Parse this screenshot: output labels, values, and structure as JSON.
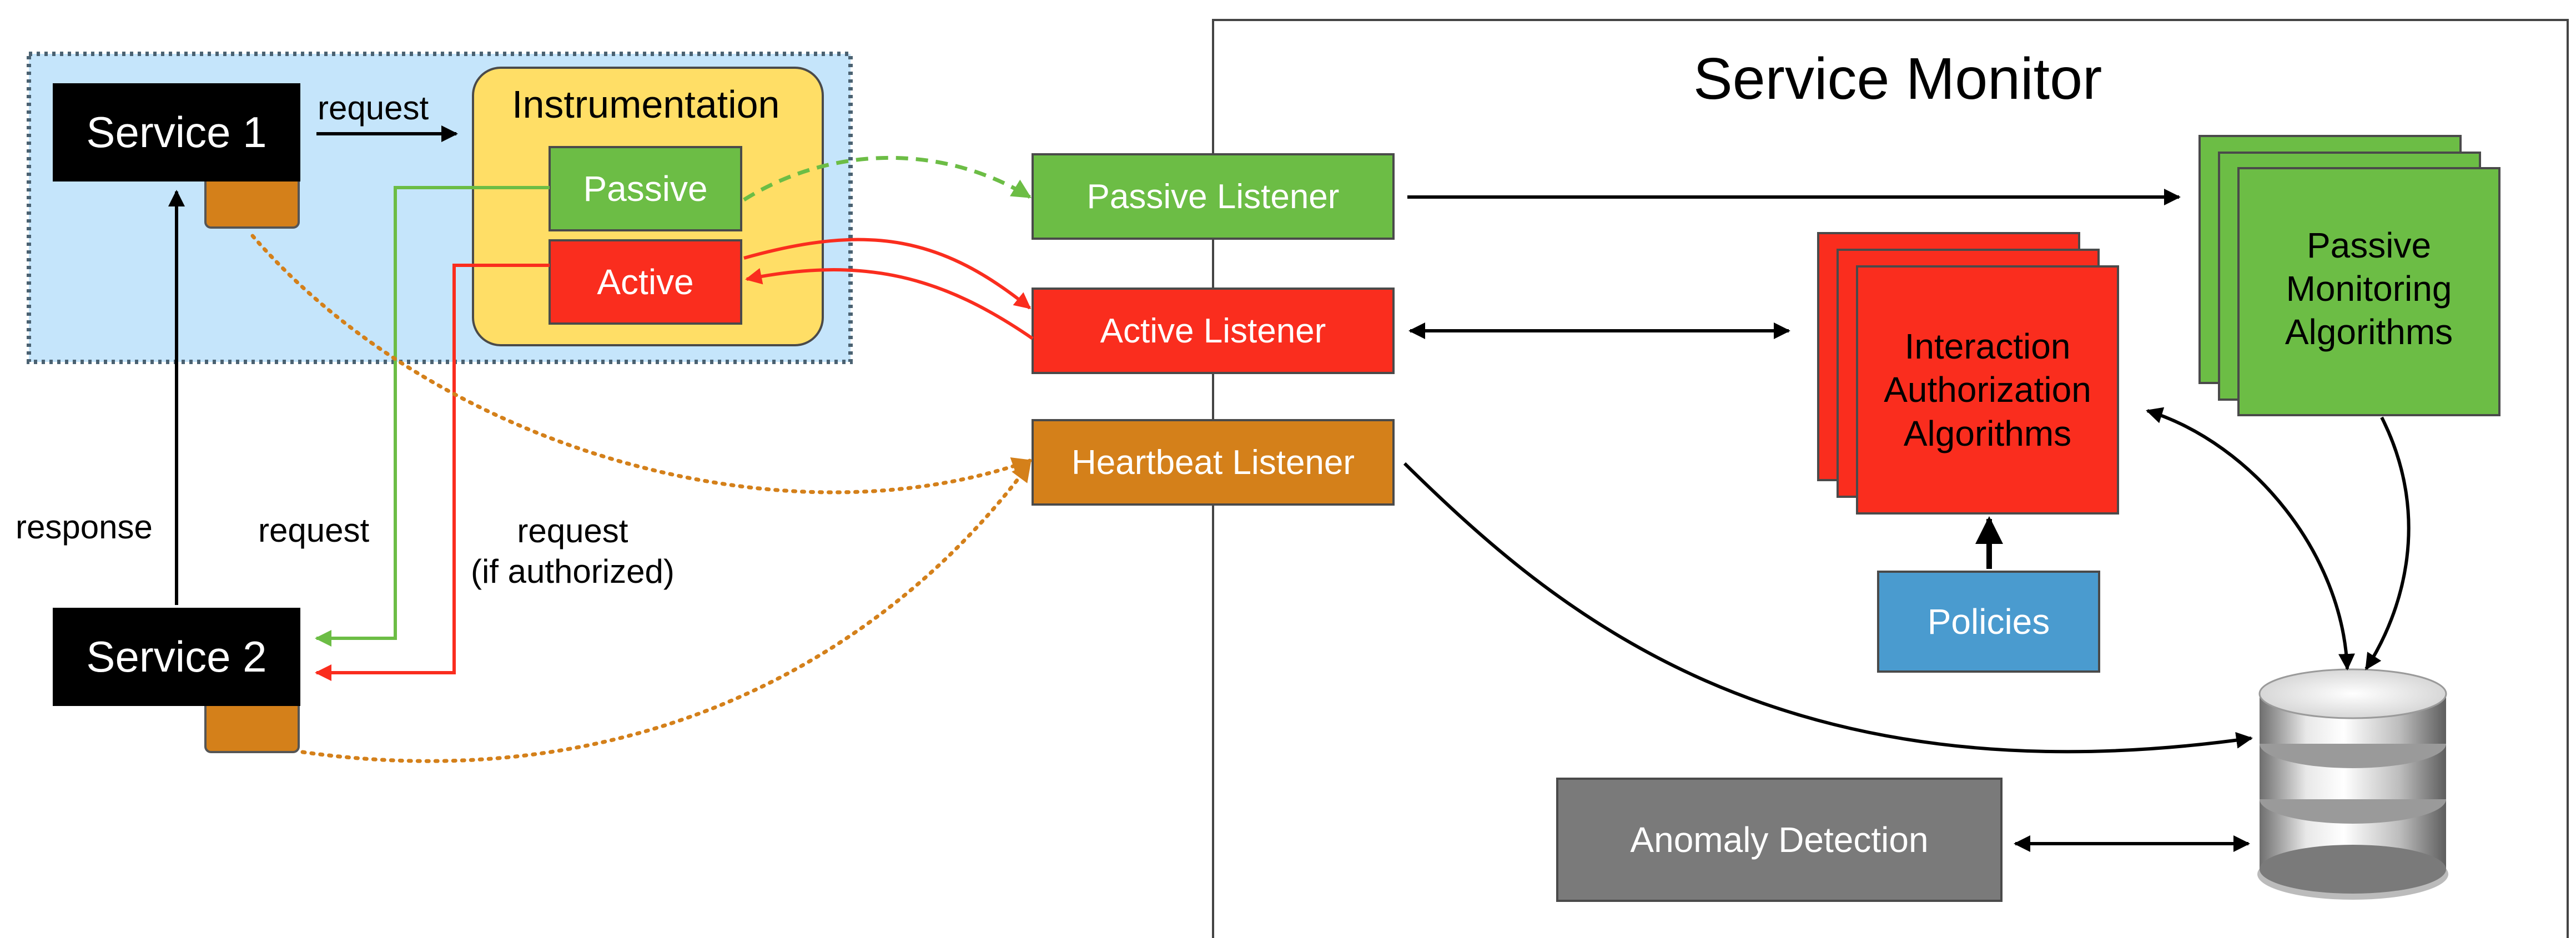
{
  "title": "Service Monitor",
  "services": {
    "service1": "Service 1",
    "service2": "Service 2"
  },
  "instrumentation": {
    "title": "Instrumentation",
    "passive": "Passive",
    "active": "Active"
  },
  "listeners": {
    "passive": "Passive Listener",
    "active": "Active Listener",
    "heartbeat": "Heartbeat Listener"
  },
  "algorithms": {
    "interaction": "Interaction\nAuthorization\nAlgorithms",
    "passive_monitoring": "Passive\nMonitoring\nAlgorithms"
  },
  "policies": "Policies",
  "anomaly_detection": "Anomaly Detection",
  "edge_labels": {
    "request_top": "request",
    "response": "response",
    "request_green": "request",
    "request_authorized": "request\n(if authorized)"
  },
  "colors": {
    "green": "#6cbd45",
    "red": "#fa2d1e",
    "orange": "#d4801a",
    "yellow": "#ffde66",
    "light_blue": "#c5e5fb",
    "blue": "#4a9bcf",
    "gray": "#7a7a7a",
    "black": "#000000"
  }
}
